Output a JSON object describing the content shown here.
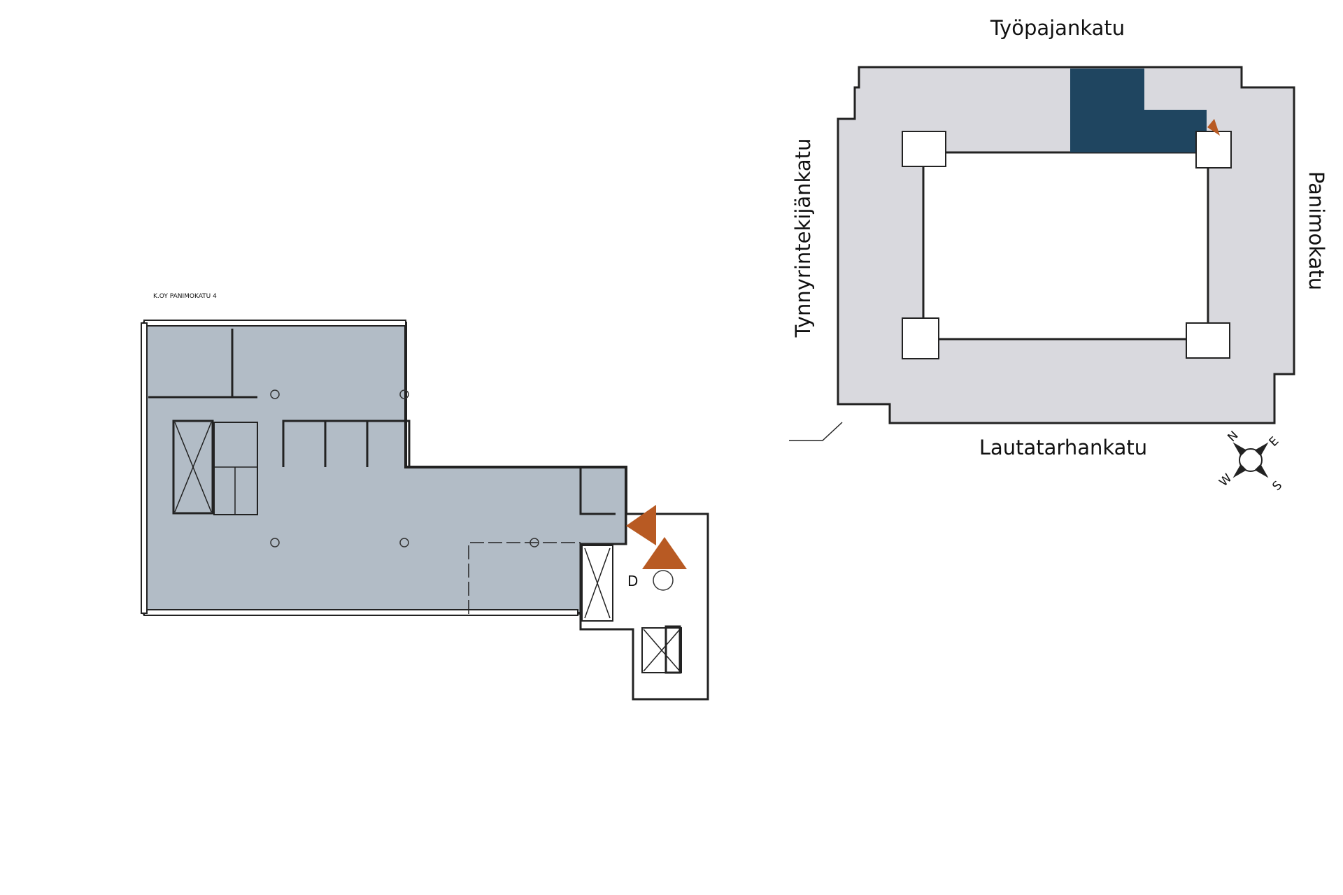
{
  "floor_plan": {
    "building_label": "K.OY PANIMOKATU 4",
    "stair_label": "D",
    "fill_color": "#b2bcc6",
    "entrance_marker_color": "#b85a23"
  },
  "site_plan": {
    "streets": {
      "north": "Työpajankatu",
      "south": "Lautatarhankatu",
      "west": "Tynnyrintekijänkatu",
      "east": "Panimokatu"
    },
    "building_color": "#d9d9de",
    "highlight_color": "#1f4560",
    "entrance_marker_color": "#b85a23"
  },
  "compass": {
    "n": "N",
    "e": "E",
    "s": "S",
    "w": "W"
  }
}
